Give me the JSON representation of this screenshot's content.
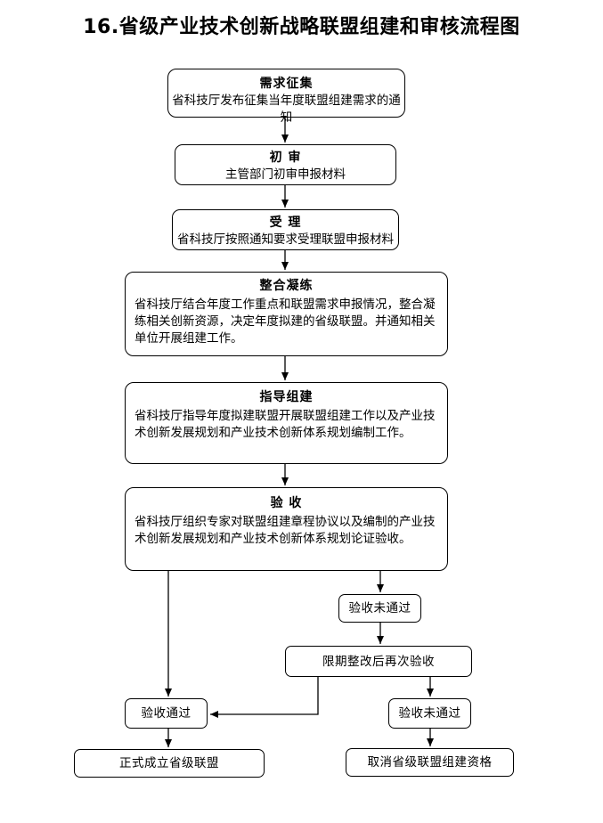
{
  "page_title": "16.省级产业技术创新战略联盟组建和审核流程图",
  "colors": {
    "line": "#000000",
    "background": "#ffffff",
    "text": "#000000"
  },
  "flow": {
    "nodes": [
      {
        "id": "demand-collection",
        "title": "需求征集",
        "body": "省科技厅发布征集当年度联盟组建需求的通知"
      },
      {
        "id": "initial-review",
        "title": "初 审",
        "body": "主管部门初审申报材料"
      },
      {
        "id": "acceptance",
        "title": "受 理",
        "body": "省科技厅按照通知要求受理联盟申报材料"
      },
      {
        "id": "integration",
        "title": "整合凝练",
        "body": "省科技厅结合年度工作重点和联盟需求申报情况，整合凝练相关创新资源，决定年度拟建的省级联盟。并通知相关单位开展组建工作。"
      },
      {
        "id": "guided-formation",
        "title": "指导组建",
        "body": "省科技厅指导年度拟建联盟开展联盟组建工作以及产业技术创新发展规划和产业技术创新体系规划编制工作。"
      },
      {
        "id": "inspection",
        "title": "验 收",
        "body": "省科技厅组织专家对联盟组建章程协议以及编制的产业技术创新发展规划和产业技术创新体系规划论证验收。"
      },
      {
        "id": "inspection-failed-1",
        "label": "验收未通过"
      },
      {
        "id": "rectify-reinspect",
        "label": "限期整改后再次验收"
      },
      {
        "id": "inspection-passed",
        "label": "验收通过"
      },
      {
        "id": "establish-alliance",
        "label": "正式成立省级联盟"
      },
      {
        "id": "inspection-failed-2",
        "label": "验收未通过"
      },
      {
        "id": "cancel-qualification",
        "label": "取消省级联盟组建资格"
      }
    ]
  }
}
